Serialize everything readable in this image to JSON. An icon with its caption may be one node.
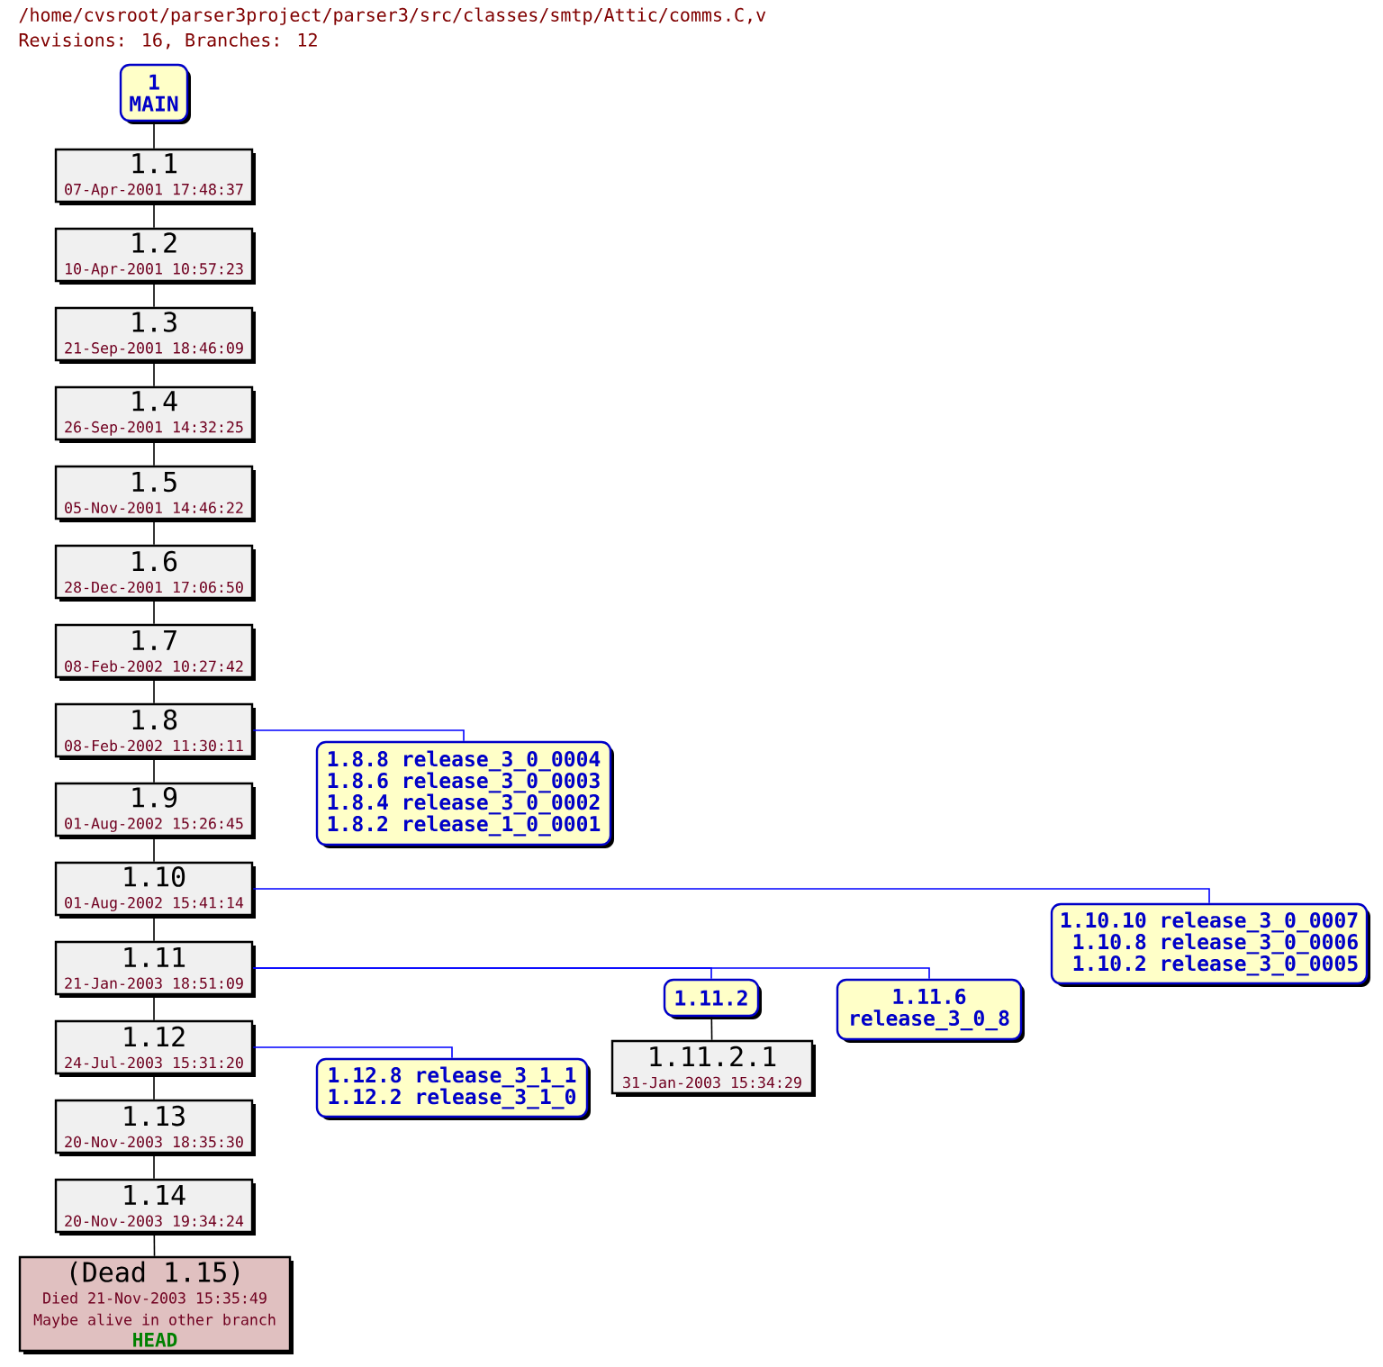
{
  "diagram": {
    "title": "/home/cvsroot/parser3project/parser3/src/classes/smtp/Attic/comms.C,v",
    "labels": [
      "Revisions: 16, Branches: 12"
    ],
    "nodes": [
      {
        "text": [
          "1",
          "MAIN"
        ]
      },
      {
        "text": [
          "1.1",
          "07-Apr-2001 17:48:37"
        ]
      },
      {
        "text": [
          "1.2",
          "10-Apr-2001 10:57:23"
        ]
      },
      {
        "text": [
          "1.3",
          "21-Sep-2001 18:46:09"
        ]
      },
      {
        "text": [
          "1.4",
          "26-Sep-2001 14:32:25"
        ]
      },
      {
        "text": [
          "1.5",
          "05-Nov-2001 14:46:22"
        ]
      },
      {
        "text": [
          "1.6",
          "28-Dec-2001 17:06:50"
        ]
      },
      {
        "text": [
          "1.7",
          "08-Feb-2002 10:27:42"
        ]
      },
      {
        "text": [
          "1.8",
          "08-Feb-2002 11:30:11"
        ]
      },
      {
        "text": [
          "1.9",
          "01-Aug-2002 15:26:45"
        ]
      },
      {
        "text": [
          "1.10",
          "01-Aug-2002 15:41:14"
        ]
      },
      {
        "text": [
          "1.11",
          "21-Jan-2003 18:51:09"
        ]
      },
      {
        "text": [
          "1.12",
          "24-Jul-2003 15:31:20"
        ]
      },
      {
        "text": [
          "1.13",
          "20-Nov-2003 18:35:30"
        ]
      },
      {
        "text": [
          "1.14",
          "20-Nov-2003 19:34:24"
        ]
      },
      {
        "text": [
          "(Dead 1.15)",
          "Died 21-Nov-2003 15:35:49",
          "Maybe alive in other branch",
          "HEAD"
        ]
      },
      {
        "text": [
          "1.8.8 release_3_0_0004",
          "1.8.6 release_3_0_0003",
          "1.8.4 release_3_0_0002",
          "1.8.2 release_1_0_0001"
        ]
      },
      {
        "text": [
          "1.10.10 release_3_0_0007",
          "1.10.8 release_3_0_0006",
          "1.10.2 release_3_0_0005"
        ]
      },
      {
        "text": [
          "1.11.2"
        ]
      },
      {
        "text": [
          "1.11.6",
          "release_3_0_8"
        ]
      },
      {
        "text": [
          "1.11.2.1",
          "31-Jan-2003 15:34:29"
        ]
      },
      {
        "text": [
          "1.12.8 release_3_1_1",
          "1.12.2 release_3_1_0"
        ]
      }
    ],
    "edges": [
      {
        "from": 0,
        "to": 1,
        "arrow": "none"
      },
      {
        "from": 1,
        "to": 2,
        "arrow": "none"
      },
      {
        "from": 2,
        "to": 3,
        "arrow": "none"
      },
      {
        "from": 3,
        "to": 4,
        "arrow": "none"
      },
      {
        "from": 4,
        "to": 5,
        "arrow": "none"
      },
      {
        "from": 5,
        "to": 6,
        "arrow": "none"
      },
      {
        "from": 6,
        "to": 7,
        "arrow": "none"
      },
      {
        "from": 7,
        "to": 8,
        "arrow": "none"
      },
      {
        "from": 8,
        "to": 9,
        "arrow": "none"
      },
      {
        "from": 9,
        "to": 10,
        "arrow": "none"
      },
      {
        "from": 10,
        "to": 11,
        "arrow": "none"
      },
      {
        "from": 11,
        "to": 12,
        "arrow": "none"
      },
      {
        "from": 12,
        "to": 13,
        "arrow": "none"
      },
      {
        "from": 13,
        "to": 14,
        "arrow": "none"
      },
      {
        "from": 14,
        "to": 15,
        "arrow": "none"
      },
      {
        "from": 8,
        "to": 16,
        "arrow": "none",
        "color": "#0000ff"
      },
      {
        "from": 10,
        "to": 17,
        "arrow": "none",
        "color": "#0000ff"
      },
      {
        "from": 11,
        "to": 18,
        "arrow": "none",
        "color": "#0000ff"
      },
      {
        "from": 11,
        "to": 19,
        "arrow": "none",
        "color": "#0000ff"
      },
      {
        "from": 18,
        "to": 20,
        "arrow": "none"
      },
      {
        "from": 12,
        "to": 21,
        "arrow": "none",
        "color": "#0000ff"
      }
    ]
  }
}
